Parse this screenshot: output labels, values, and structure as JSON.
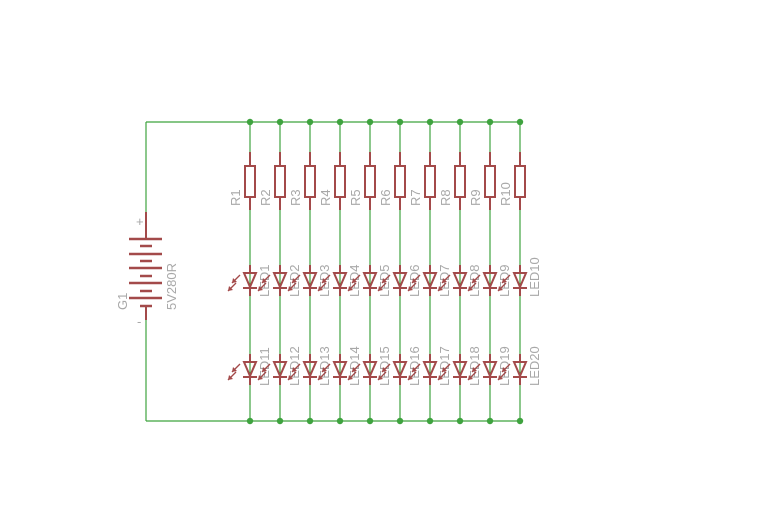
{
  "colors": {
    "wire": "#3fa33f",
    "part": "#a34a4a",
    "label": "#a8a8a8",
    "junction": "#3fa33f"
  },
  "battery": {
    "name": "G1",
    "value": "5V280R",
    "plus": "+",
    "minus": "-"
  },
  "resistors": [
    "R1",
    "R2",
    "R3",
    "R4",
    "R5",
    "R6",
    "R7",
    "R8",
    "R9",
    "R10"
  ],
  "leds_row1": [
    "LED1",
    "LED2",
    "LED3",
    "LED4",
    "LED5",
    "LED6",
    "LED7",
    "LED8",
    "LED9",
    "LED10"
  ],
  "leds_row2": [
    "LED11",
    "LED12",
    "LED13",
    "LED14",
    "LED15",
    "LED16",
    "LED17",
    "LED18",
    "LED19",
    "LED20"
  ]
}
